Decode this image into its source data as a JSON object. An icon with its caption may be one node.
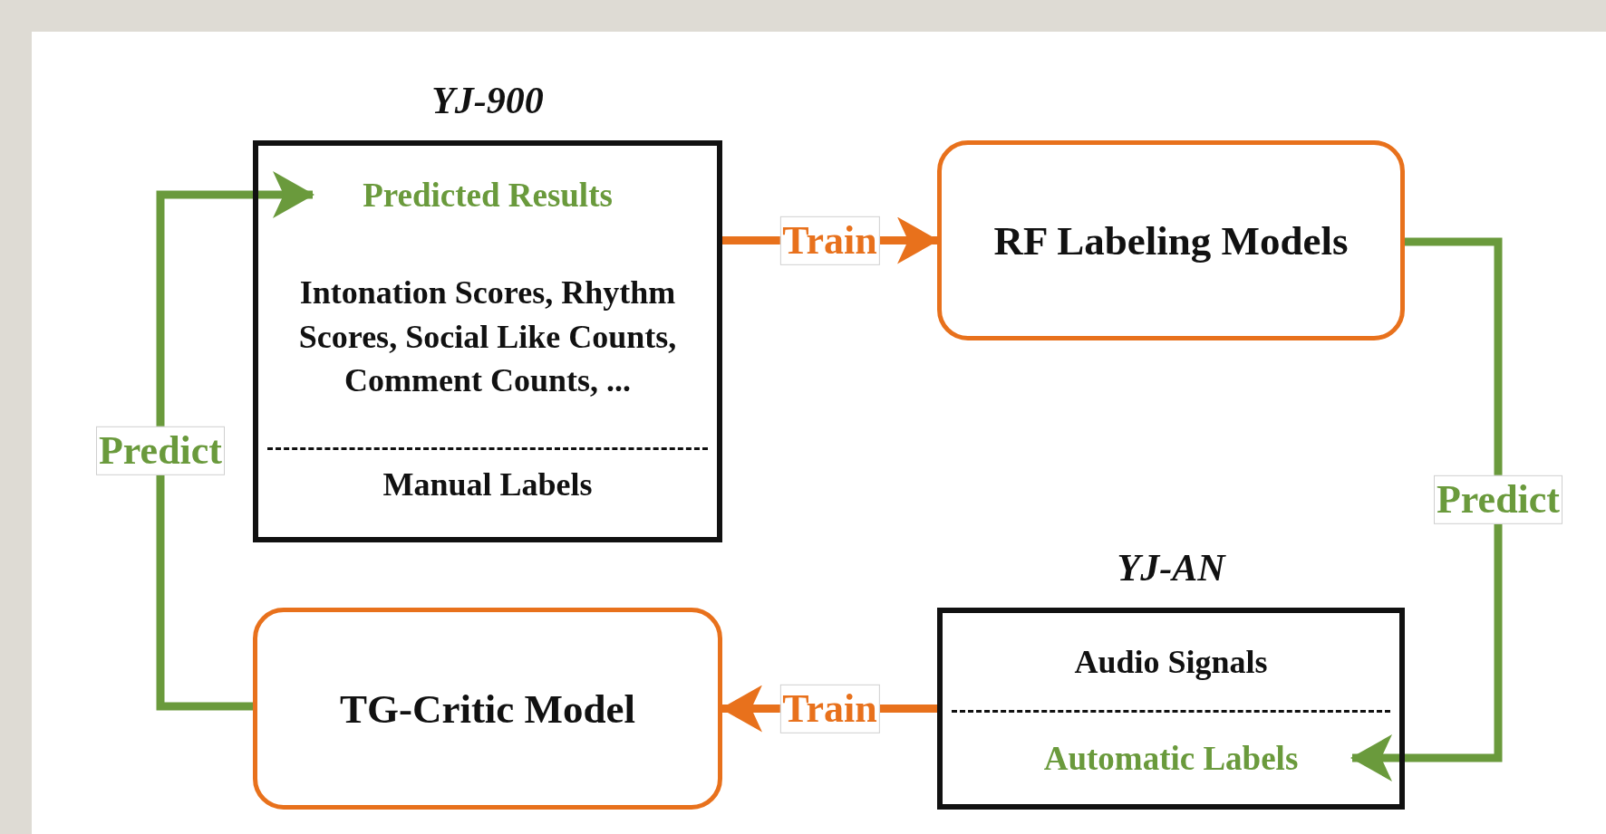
{
  "diagram": {
    "nodes": [
      {
        "text": [
          "YJ-900",
          "Intonation Scores, Rhythm Scores, Social Like Counts, Comment Counts, ...",
          "Manual Labels"
        ]
      },
      {
        "text": [
          "Predicted Results"
        ],
        "in": 0
      },
      {
        "text": [
          "RF Labeling Models"
        ]
      },
      {
        "text": [
          "YJ-AN",
          "Audio Signals"
        ]
      },
      {
        "text": [
          "Automatic Labels"
        ],
        "in": 3
      },
      {
        "text": [
          "TG-Critic Model"
        ]
      }
    ],
    "edges": [
      {
        "from": 0,
        "to": 2,
        "arrow": "to",
        "label": "Train",
        "color": "#e8711c"
      },
      {
        "from": 2,
        "to": 4,
        "arrow": "to",
        "label": "Predict",
        "color": "#6a9a3c"
      },
      {
        "from": 3,
        "to": 5,
        "arrow": "to",
        "label": "Train",
        "color": "#e8711c"
      },
      {
        "from": 5,
        "to": 1,
        "arrow": "to",
        "label": "Predict",
        "color": "#6a9a3c"
      }
    ]
  }
}
